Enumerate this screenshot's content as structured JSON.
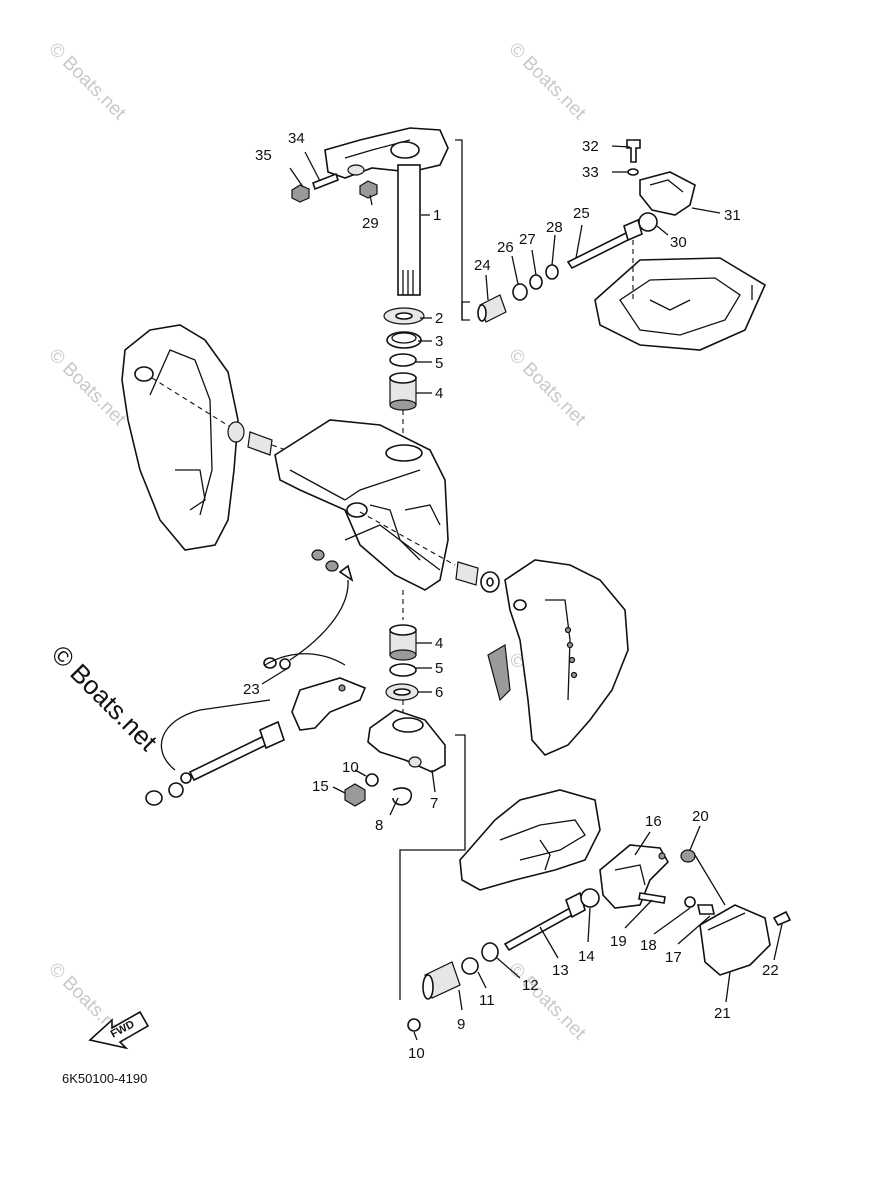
{
  "diagram": {
    "part_code": "6K50100-4190",
    "fwd_label": "FWD",
    "watermark": "© Boats.net",
    "watermark_main": "© Boats.net",
    "callouts": [
      "1",
      "2",
      "3",
      "4",
      "4",
      "5",
      "5",
      "6",
      "7",
      "8",
      "9",
      "10",
      "10",
      "11",
      "12",
      "13",
      "14",
      "15",
      "16",
      "17",
      "18",
      "19",
      "20",
      "21",
      "22",
      "23",
      "24",
      "25",
      "26",
      "27",
      "28",
      "29",
      "30",
      "31",
      "32",
      "33",
      "34",
      "35"
    ]
  }
}
